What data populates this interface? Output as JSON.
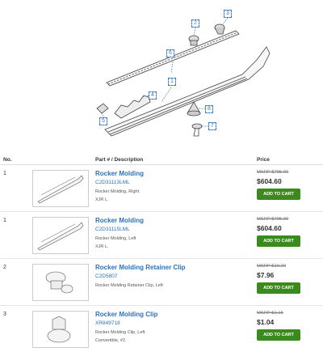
{
  "diagram": {
    "callouts": [
      "1",
      "2",
      "3",
      "4",
      "5",
      "6",
      "7",
      "8"
    ]
  },
  "table": {
    "headers": {
      "no": "No.",
      "part": "Part # / Description",
      "price": "Price"
    },
    "rows": [
      {
        "no": "1",
        "name": "Rocker Molding",
        "part_number": "C2D31113LML",
        "description": "Rocker Molding, Right",
        "note": "XJR L.",
        "msrp": "MSRP $795.00",
        "price": "$604.60",
        "cart_label": "ADD TO CART",
        "thumb_icon": "rocker-molding-icon"
      },
      {
        "no": "1",
        "name": "Rocker Molding",
        "part_number": "C2D31115LML",
        "description": "Rocker Molding, Left",
        "note": "XJR L.",
        "msrp": "MSRP $795.00",
        "price": "$604.60",
        "cart_label": "ADD TO CART",
        "thumb_icon": "rocker-molding-icon"
      },
      {
        "no": "2",
        "name": "Rocker Molding Retainer Clip",
        "part_number": "C2D5807",
        "description": "Rocker Molding Retainer Clip, Left",
        "note": "",
        "msrp": "MSRP $10.20",
        "price": "$7.96",
        "cart_label": "ADD TO CART",
        "thumb_icon": "retainer-clip-icon"
      },
      {
        "no": "3",
        "name": "Rocker Molding Clip",
        "part_number": "XR849718",
        "description": "Rocker Molding Clip, Left",
        "note": "Convertible, #2.",
        "msrp": "MSRP $1.15",
        "price": "$1.04",
        "cart_label": "ADD TO CART",
        "thumb_icon": "molding-clip-icon"
      }
    ]
  }
}
